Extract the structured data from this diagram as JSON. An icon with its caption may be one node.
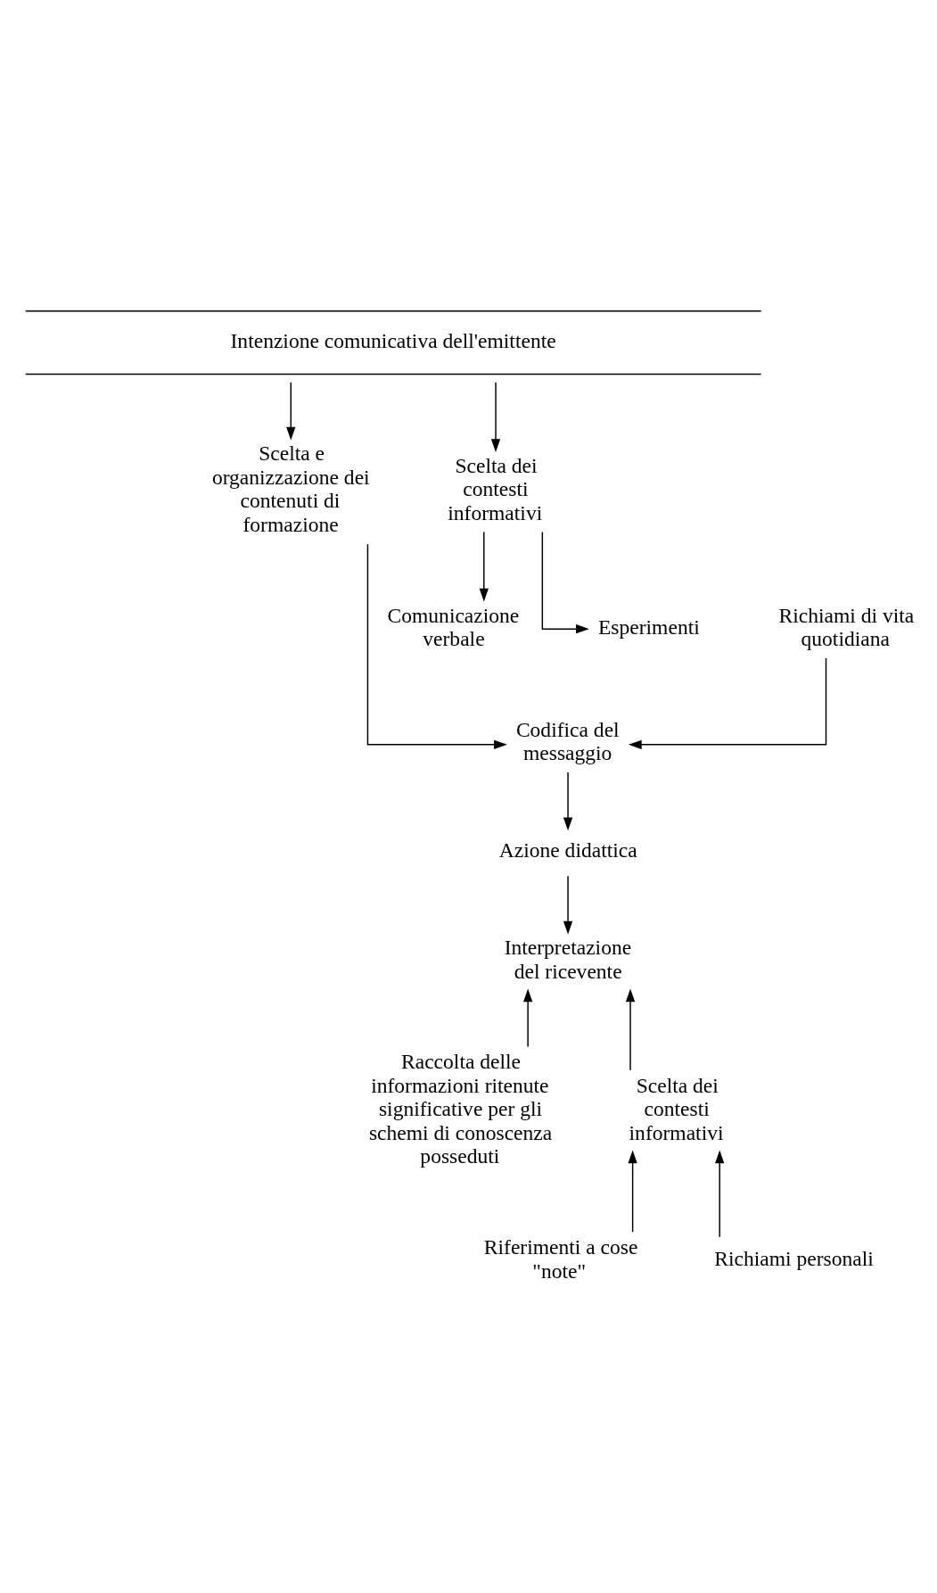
{
  "diagram": {
    "nodes": [
      {
        "text": [
          "Intenzione comunicativa dell'emittente"
        ]
      },
      {
        "text": [
          "Scelta e organizzazione dei contenuti di formazione"
        ]
      },
      {
        "text": [
          "Scelta dei contesti informativi"
        ]
      },
      {
        "text": [
          "Comunicazione verbale"
        ]
      },
      {
        "text": [
          "Richiami di vita quotidiana"
        ]
      },
      {
        "text": [
          "Esperimenti"
        ]
      },
      {
        "text": [
          "Codifica del messaggio"
        ]
      },
      {
        "text": [
          "Azione didattica"
        ]
      },
      {
        "text": [
          "Interpretazione del ricevente"
        ]
      },
      {
        "text": [
          "Raccolta delle informazioni ritenute significative per gli schemi di conoscenza posseduti"
        ]
      },
      {
        "text": [
          "Scelta dei contesti informativi"
        ]
      },
      {
        "text": [
          "Riferimenti a cose \"note\""
        ]
      },
      {
        "text": [
          "Richiami personali"
        ]
      }
    ],
    "edges": [
      {
        "from": 0,
        "to": 1,
        "arrow": "to"
      },
      {
        "from": 0,
        "to": 2,
        "arrow": "to"
      },
      {
        "from": 2,
        "to": 3,
        "arrow": "to"
      },
      {
        "from": 2,
        "to": 5,
        "arrow": "to"
      },
      {
        "from": 1,
        "to": 6,
        "arrow": "to"
      },
      {
        "from": 4,
        "to": 6,
        "arrow": "to"
      },
      {
        "from": 6,
        "to": 7,
        "arrow": "to"
      },
      {
        "from": 7,
        "to": 8,
        "arrow": "to"
      },
      {
        "from": 9,
        "to": 8,
        "arrow": "to"
      },
      {
        "from": 10,
        "to": 8,
        "arrow": "to"
      },
      {
        "from": 11,
        "to": 10,
        "arrow": "to"
      },
      {
        "from": 12,
        "to": 10,
        "arrow": "to"
      }
    ]
  }
}
